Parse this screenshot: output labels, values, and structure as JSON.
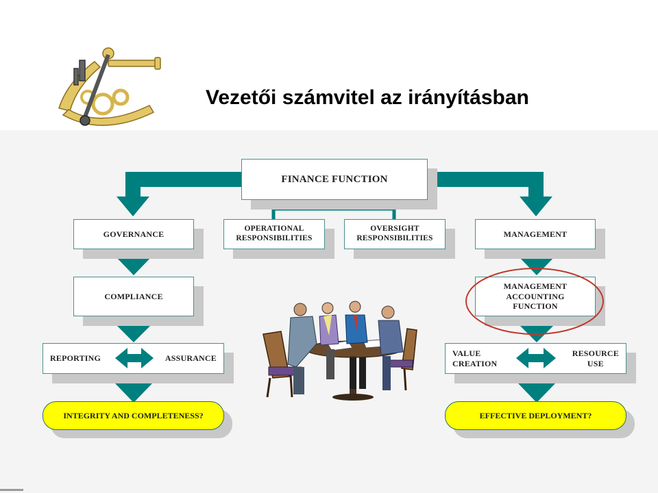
{
  "slide": {
    "title": "Vezetői számvitel az irányításban"
  },
  "logo": {
    "icon": "sextant-icon"
  },
  "diagram": {
    "top": {
      "finance_function": "FINANCE FUNCTION"
    },
    "left_column": {
      "governance": "GOVERNANCE",
      "compliance": "COMPLIANCE",
      "reporting": "REPORTING",
      "assurance": "ASSURANCE",
      "outcome": "INTEGRITY AND COMPLETENESS?"
    },
    "middle": {
      "operational_line1": "OPERATIONAL",
      "operational_line2": "RESPONSIBILITIES",
      "oversight_line1": "OVERSIGHT",
      "oversight_line2": "RESPONSIBILITIES"
    },
    "right_column": {
      "management": "MANAGEMENT",
      "mgmt_accounting_line1": "MANAGEMENT",
      "mgmt_accounting_line2": "ACCOUNTING",
      "mgmt_accounting_line3": "FUNCTION",
      "value_line1": "VALUE",
      "value_line2": "CREATION",
      "resource_line1": "RESOURCE",
      "resource_line2": "USE",
      "outcome": "EFFECTIVE DEPLOYMENT?"
    },
    "illustration": "meeting-illustration",
    "colors": {
      "arrow": "#007f7f",
      "outcome_fill": "#ffff00",
      "highlight_ellipse": "#c0392b",
      "box_shadow": "#c8c8c8"
    }
  }
}
